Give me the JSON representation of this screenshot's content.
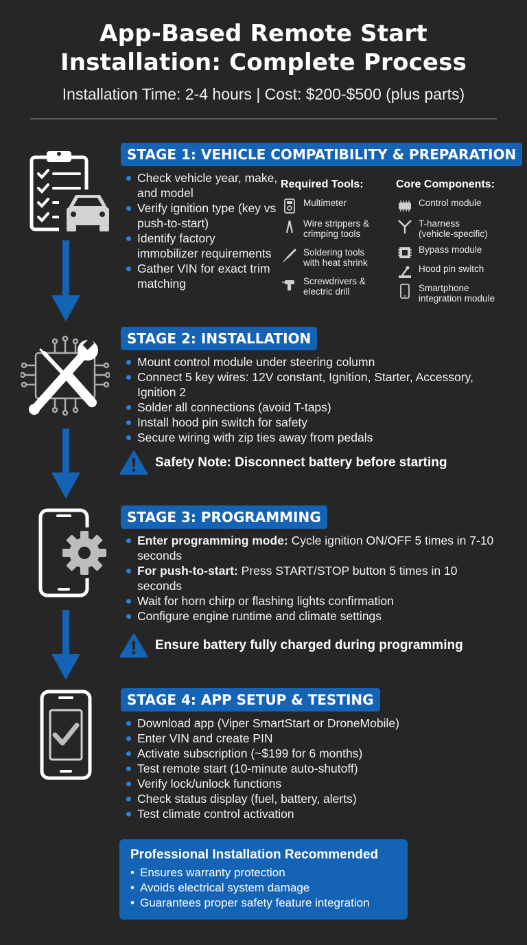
{
  "header": {
    "title_line1": "App-Based Remote Start",
    "title_line2": "Installation: Complete Process",
    "subtitle": "Installation Time: 2-4 hours | Cost: $200-$500 (plus parts)"
  },
  "stage1": {
    "title": "STAGE 1: VEHICLE COMPATIBILITY & PREPARATION",
    "bullets": [
      "Check vehicle year, make, and model",
      "Verify ignition type (key vs push-to-start)",
      "Identify factory immobilizer requirements",
      "Gather VIN for exact trim matching"
    ],
    "tools_heading": "Required Tools:",
    "tools": [
      {
        "label": "Multimeter",
        "icon": "multimeter-icon"
      },
      {
        "label": "Wire strippers &\ncrimping tools",
        "icon": "wire-stripper-icon"
      },
      {
        "label": "Soldering tools\nwith heat shrink",
        "icon": "soldering-iron-icon"
      },
      {
        "label": "Screwdrivers &\nelectric drill",
        "icon": "drill-icon"
      }
    ],
    "components_heading": "Core Components:",
    "components": [
      {
        "label": "Control module",
        "icon": "control-module-icon"
      },
      {
        "label": "T-harness\n(vehicle-specific)",
        "icon": "t-harness-icon"
      },
      {
        "label": "Bypass module",
        "icon": "bypass-module-icon"
      },
      {
        "label": "Hood pin switch",
        "icon": "hood-pin-switch-icon"
      },
      {
        "label": "Smartphone\nintegration module",
        "icon": "smartphone-icon"
      }
    ]
  },
  "stage2": {
    "title": "STAGE 2: INSTALLATION",
    "bullets": [
      "Mount control module under steering column",
      "Connect 5 key wires: 12V constant, Ignition, Starter, Accessory, Ignition 2",
      "Solder all connections (avoid T-taps)",
      "Install hood pin switch for safety",
      "Secure wiring with zip ties away from pedals"
    ],
    "warning": "Safety Note: Disconnect battery before starting"
  },
  "stage3": {
    "title": "STAGE 3: PROGRAMMING",
    "bullets": [
      {
        "lead": "Enter programming mode:",
        "text": " Cycle ignition ON/OFF 5 times in 7-10 seconds"
      },
      {
        "lead": "For push-to-start:",
        "text": " Press START/STOP button 5 times in 10 seconds"
      },
      {
        "lead": "",
        "text": "Wait for horn chirp or flashing lights confirmation"
      },
      {
        "lead": "",
        "text": "Configure engine runtime and climate settings"
      }
    ],
    "warning": "Ensure battery fully charged during programming"
  },
  "stage4": {
    "title": "STAGE 4: APP SETUP & TESTING",
    "bullets": [
      "Download app (Viper SmartStart or DroneMobile)",
      "Enter VIN and create PIN",
      "Activate subscription (~$199 for 6 months)",
      "Test remote start (10-minute auto-shutoff)",
      "Verify lock/unlock functions",
      "Check status display (fuel, battery, alerts)",
      "Test climate control activation"
    ]
  },
  "recommendation": {
    "title": "Professional Installation Recommended",
    "items": [
      "Ensures warranty protection",
      "Avoids electrical system damage",
      "Guarantees proper safety feature integration"
    ]
  },
  "colors": {
    "background": "#262626",
    "accent": "#1463b5",
    "bullet": "#2f7fd6"
  }
}
